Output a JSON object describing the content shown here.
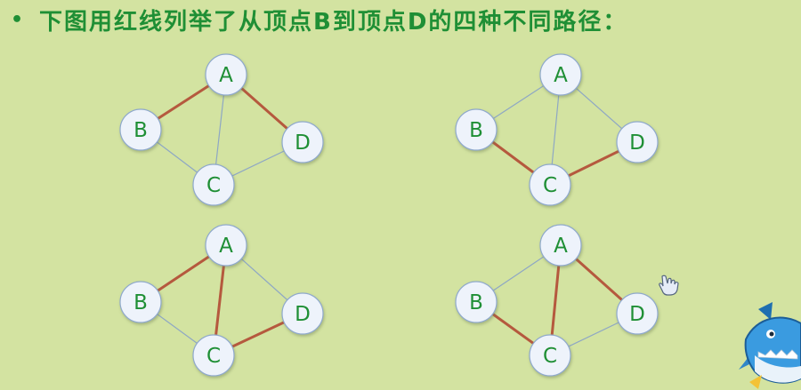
{
  "heading": {
    "bullet": "•",
    "text": "下图用红线列举了从顶点B到顶点D的四种不同路径："
  },
  "graph": {
    "vertices": [
      "A",
      "B",
      "C",
      "D"
    ],
    "edges": [
      [
        "A",
        "B"
      ],
      [
        "A",
        "C"
      ],
      [
        "A",
        "D"
      ],
      [
        "B",
        "C"
      ],
      [
        "C",
        "D"
      ]
    ]
  },
  "paths": [
    {
      "id": "path-1",
      "route": [
        "B",
        "A",
        "D"
      ]
    },
    {
      "id": "path-2",
      "route": [
        "B",
        "C",
        "D"
      ]
    },
    {
      "id": "path-3",
      "route": [
        "B",
        "A",
        "C",
        "D"
      ]
    },
    {
      "id": "path-4",
      "route": [
        "B",
        "C",
        "A",
        "D"
      ]
    }
  ],
  "colors": {
    "background": "#d3e3a1",
    "heading": "#1f8f35",
    "vertex_label": "#1f8f35",
    "vertex_fill": "#eef3fb",
    "vertex_stroke": "#8fa9cc",
    "normal_edge": "#8ea7c4",
    "path_edge": "#b5593e"
  },
  "icons": {
    "cursor": "hand-pointer-icon",
    "mascot": "shark-mascot-icon"
  }
}
